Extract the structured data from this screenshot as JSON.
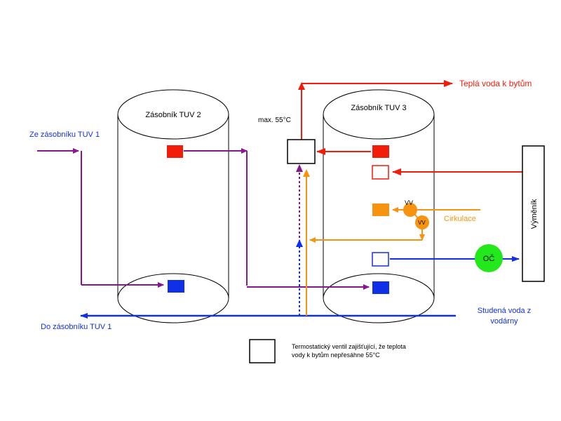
{
  "colors": {
    "hot": "#f21c0b",
    "cold": "#1030e8",
    "purple": "#8a168f",
    "orange": "#f7940f",
    "green": "#22e81c",
    "black": "#000000"
  },
  "tanks": {
    "tank2_label": "Zásobník TUV 2",
    "tank3_label": "Zásobník TUV 3"
  },
  "labels": {
    "from_tank1": "Ze zásobníku TUV 1",
    "to_tank1": "Do zásobníku TUV 1",
    "hot_water_out": "Teplá voda k bytům",
    "max_temp": "max. 55°C",
    "circulation": "Cirkulace",
    "cold_water_line1": "Studená voda z",
    "cold_water_line2": "vodárny",
    "exchanger": "Výměník",
    "pump": "OČ",
    "valve1": "VV",
    "valve2": "VV"
  },
  "legend": {
    "line1": "Termostatický ventil zajišťující, že teplota",
    "line2": "vody k bytům nepřesáhne 55°C"
  }
}
